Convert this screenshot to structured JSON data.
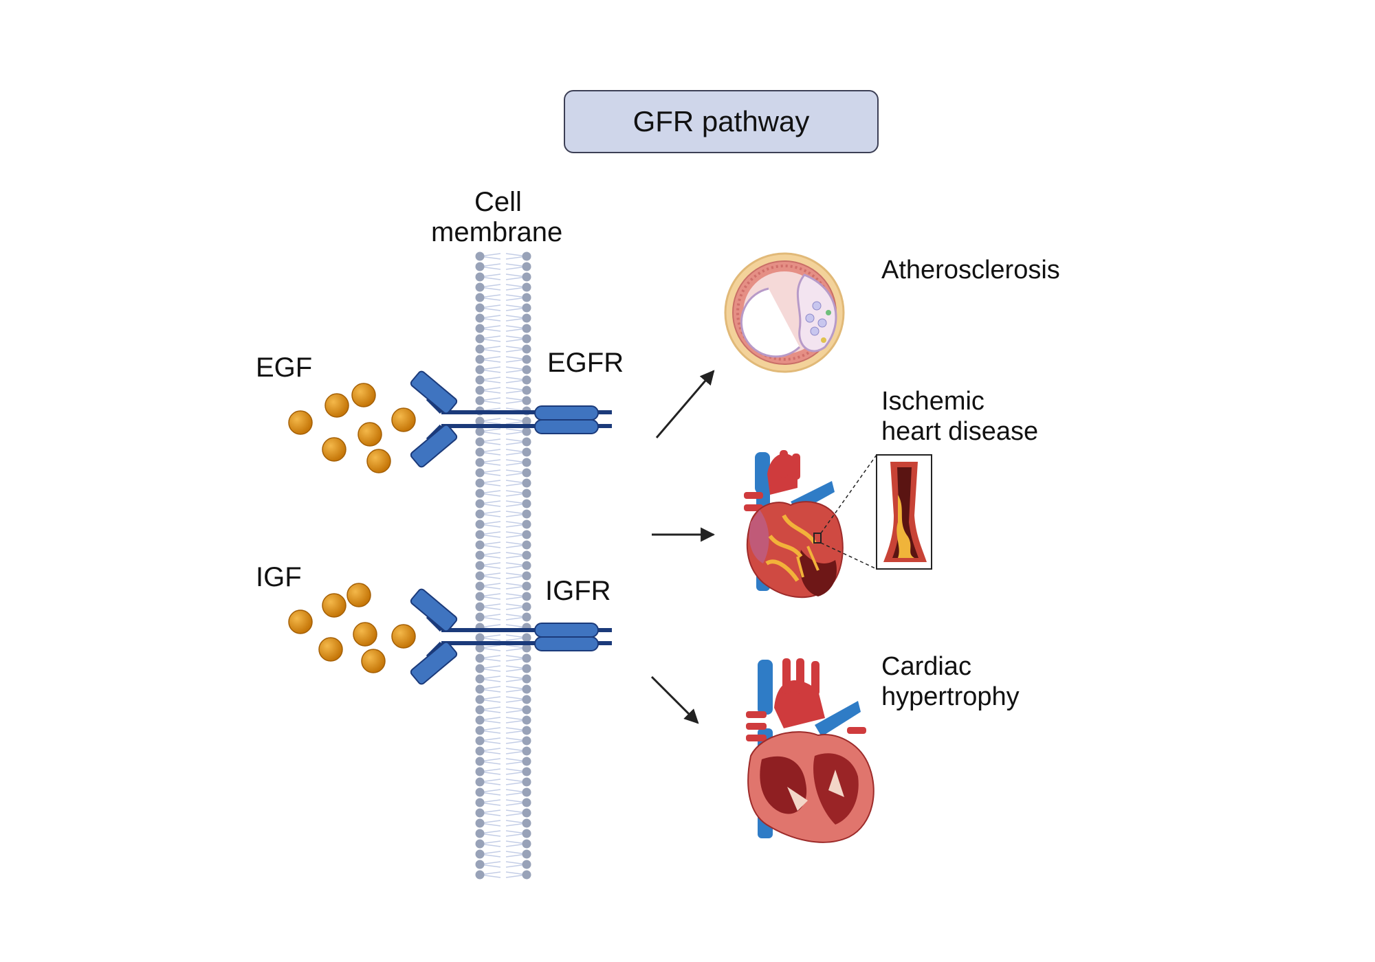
{
  "title": "GFR pathway",
  "membrane_label": [
    "Cell",
    "membrane"
  ],
  "ligands": [
    {
      "name": "EGF",
      "receptor": "EGFR"
    },
    {
      "name": "IGF",
      "receptor": "IGFR"
    }
  ],
  "outcomes": [
    {
      "label": [
        "Atherosclerosis"
      ],
      "icon": "artery-cross-section-icon"
    },
    {
      "label": [
        "Ischemic",
        "heart disease"
      ],
      "icon": "ischemic-heart-icon"
    },
    {
      "label": [
        "Cardiac",
        "hypertrophy"
      ],
      "icon": "hypertrophic-heart-icon"
    }
  ],
  "colors": {
    "title_fill": "#cfd6ea",
    "ligand": "#d9870b",
    "receptor": "#3f74c0",
    "receptor_dark": "#1b3a7a",
    "membrane_head": "#98a2b8",
    "membrane_tail": "#c3cde6",
    "heart_red": "#cf3b3d",
    "vessel_blue": "#2f7cc6"
  }
}
